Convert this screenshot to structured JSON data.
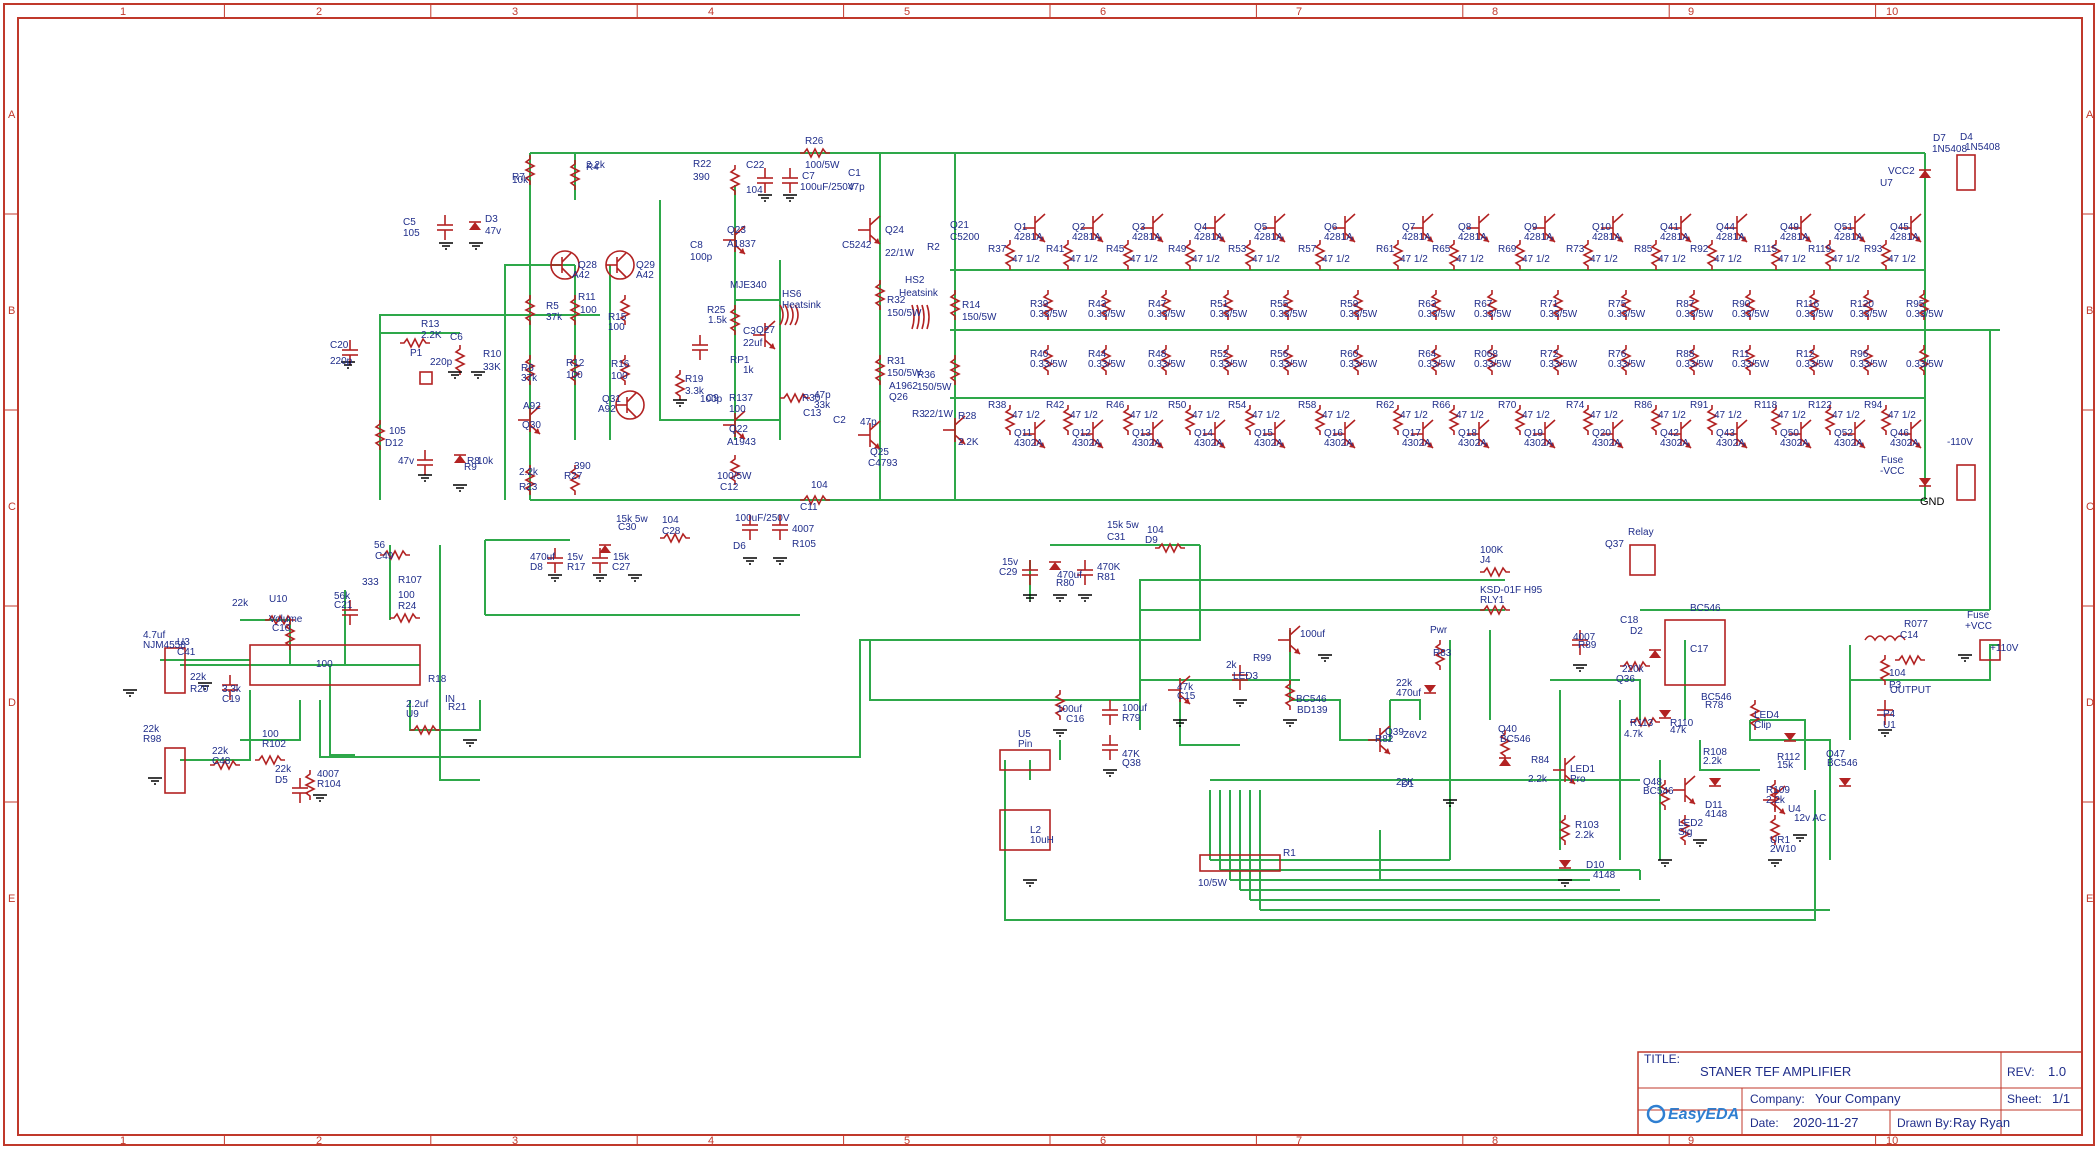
{
  "title_block": {
    "title_label": "TITLE:",
    "title": "STANER TEF AMPLIFIER",
    "rev_label": "REV:",
    "rev": "1.0",
    "company_label": "Company:",
    "company": "Your Company",
    "sheet_label": "Sheet:",
    "sheet": "1/1",
    "date_label": "Date:",
    "date": "2020-11-27",
    "drawn_label": "Drawn By:",
    "drawn_by": "Ray Ryan",
    "brand": "EasyEDA"
  },
  "grid": {
    "columns": [
      "1",
      "2",
      "3",
      "4",
      "5",
      "6",
      "7",
      "8",
      "9",
      "10"
    ],
    "rows": [
      "A",
      "B",
      "C",
      "D",
      "E"
    ]
  },
  "output_stage": {
    "upper_transistors": [
      "Q1",
      "Q2",
      "Q3",
      "Q4",
      "Q5",
      "Q6",
      "Q7",
      "Q8",
      "Q9",
      "Q10",
      "Q41",
      "Q44",
      "Q49",
      "Q51",
      "Q45"
    ],
    "upper_type": "4281A",
    "upper_resistors": [
      "R37",
      "R41",
      "R45",
      "R49",
      "R53",
      "R57",
      "R61",
      "R65",
      "R69",
      "R73",
      "R85",
      "R92",
      "R115",
      "R119",
      "R93"
    ],
    "lower_transistors": [
      "Q11",
      "Q12",
      "Q13",
      "Q14",
      "Q15",
      "Q16",
      "Q17",
      "Q18",
      "Q19",
      "Q20",
      "Q42",
      "Q43",
      "Q50",
      "Q52",
      "Q46"
    ],
    "lower_type": "4302A",
    "lower_resistors": [
      "R38",
      "R42",
      "R46",
      "R50",
      "R54",
      "R58",
      "R62",
      "R66",
      "R70",
      "R74",
      "R86",
      "R91",
      "R118",
      "R122",
      "R94"
    ],
    "base_value": "47 1/2",
    "emitter_upper": [
      "R39",
      "R43",
      "R47",
      "R51",
      "R55",
      "R59",
      "R63",
      "R67",
      "R71",
      "R75",
      "R87",
      "R90",
      "R116",
      "R120",
      "R95"
    ],
    "emitter_lower": [
      "R40",
      "R44",
      "R48",
      "R52",
      "R56",
      "R60",
      "R64",
      "R068",
      "R72",
      "R76",
      "R88",
      "R11",
      "R12",
      "R96"
    ],
    "emitter_value": "0.33/5W"
  },
  "labels": [
    {
      "t": "R26"
    },
    {
      "t": "100/5W"
    },
    {
      "t": "R22"
    },
    {
      "t": "390"
    },
    {
      "t": "C22"
    },
    {
      "t": "104"
    },
    {
      "t": "C7"
    },
    {
      "t": "100uF/250V"
    },
    {
      "t": "C1"
    },
    {
      "t": "47p"
    },
    {
      "t": "Q24"
    },
    {
      "t": "C5242"
    },
    {
      "t": "Q21"
    },
    {
      "t": "C5200"
    },
    {
      "t": "R2"
    },
    {
      "t": "22/1W"
    },
    {
      "t": "R7"
    },
    {
      "t": "10k"
    },
    {
      "t": "R4"
    },
    {
      "t": "2.2k"
    },
    {
      "t": "C5"
    },
    {
      "t": "105"
    },
    {
      "t": "D3"
    },
    {
      "t": "47v"
    },
    {
      "t": "Q28"
    },
    {
      "t": "A42"
    },
    {
      "t": "Q29"
    },
    {
      "t": "A42"
    },
    {
      "t": "R11"
    },
    {
      "t": "100"
    },
    {
      "t": "R15"
    },
    {
      "t": "100"
    },
    {
      "t": "Q23"
    },
    {
      "t": "A1837"
    },
    {
      "t": "C8"
    },
    {
      "t": "100p"
    },
    {
      "t": "R5"
    },
    {
      "t": "37k"
    },
    {
      "t": "MJE340"
    },
    {
      "t": "HS6"
    },
    {
      "t": "Heatsink"
    },
    {
      "t": "HS2"
    },
    {
      "t": "Heatsink"
    },
    {
      "t": "R32"
    },
    {
      "t": "150/5W"
    },
    {
      "t": "R14"
    },
    {
      "t": "150/5W"
    },
    {
      "t": "R13"
    },
    {
      "t": "2.2K"
    },
    {
      "t": "C6"
    },
    {
      "t": "220p"
    },
    {
      "t": "R10"
    },
    {
      "t": "33K"
    },
    {
      "t": "C20"
    },
    {
      "t": "220p"
    },
    {
      "t": "P1"
    },
    {
      "t": "R25"
    },
    {
      "t": "1.5k"
    },
    {
      "t": "C3"
    },
    {
      "t": "22uf"
    },
    {
      "t": "RP1"
    },
    {
      "t": "1k"
    },
    {
      "t": "Q27"
    },
    {
      "t": "R6"
    },
    {
      "t": "37k"
    },
    {
      "t": "R12"
    },
    {
      "t": "100"
    },
    {
      "t": "R16"
    },
    {
      "t": "100"
    },
    {
      "t": "R19"
    },
    {
      "t": "3.3k"
    },
    {
      "t": "Q31"
    },
    {
      "t": "A92"
    },
    {
      "t": "A92"
    },
    {
      "t": "Q30"
    },
    {
      "t": "R30"
    },
    {
      "t": "C13"
    },
    {
      "t": "47p"
    },
    {
      "t": "33k"
    },
    {
      "t": "C9"
    },
    {
      "t": "100p"
    },
    {
      "t": "R137"
    },
    {
      "t": "100"
    },
    {
      "t": "R31"
    },
    {
      "t": "150/5W"
    },
    {
      "t": "R36"
    },
    {
      "t": "150/5W"
    },
    {
      "t": "R3"
    },
    {
      "t": "22/1W"
    },
    {
      "t": "A1962"
    },
    {
      "t": "Q26"
    },
    {
      "t": "C2"
    },
    {
      "t": "47p"
    },
    {
      "t": "Q25"
    },
    {
      "t": "C4793"
    },
    {
      "t": "Q22"
    },
    {
      "t": "A1943"
    },
    {
      "t": "R28"
    },
    {
      "t": "2.2K"
    },
    {
      "t": "105"
    },
    {
      "t": "D12"
    },
    {
      "t": "47v"
    },
    {
      "t": "R8"
    },
    {
      "t": "10k"
    },
    {
      "t": "R9"
    },
    {
      "t": "2.2k"
    },
    {
      "t": "R23"
    },
    {
      "t": "390"
    },
    {
      "t": "R27"
    },
    {
      "t": "100/5W"
    },
    {
      "t": "C12"
    },
    {
      "t": "104"
    },
    {
      "t": "C11"
    },
    {
      "t": "100uF/250V"
    },
    {
      "t": "D6"
    },
    {
      "t": "4007"
    },
    {
      "t": "R105"
    },
    {
      "t": "15k 5w"
    },
    {
      "t": "C30"
    },
    {
      "t": "104"
    },
    {
      "t": "C28"
    },
    {
      "t": "470uf"
    },
    {
      "t": "D8"
    },
    {
      "t": "15v"
    },
    {
      "t": "R17"
    },
    {
      "t": "15k"
    },
    {
      "t": "C27"
    },
    {
      "t": "56"
    },
    {
      "t": "C49"
    },
    {
      "t": "333"
    },
    {
      "t": "R107"
    },
    {
      "t": "56k"
    },
    {
      "t": "C21"
    },
    {
      "t": "100"
    },
    {
      "t": "R24"
    },
    {
      "t": "22k"
    },
    {
      "t": "U10"
    },
    {
      "t": "Volume"
    },
    {
      "t": "C10"
    },
    {
      "t": "4.7uf"
    },
    {
      "t": "NJM4558"
    },
    {
      "t": "U3"
    },
    {
      "t": "C41"
    },
    {
      "t": "100"
    },
    {
      "t": "R18"
    },
    {
      "t": "22k"
    },
    {
      "t": "R20"
    },
    {
      "t": "3.3k"
    },
    {
      "t": "C19"
    },
    {
      "t": "2.2uf"
    },
    {
      "t": "U9"
    },
    {
      "t": "IN"
    },
    {
      "t": "R21"
    },
    {
      "t": "22k"
    },
    {
      "t": "R98"
    },
    {
      "t": "22k"
    },
    {
      "t": "C48"
    },
    {
      "t": "100"
    },
    {
      "t": "R102"
    },
    {
      "t": "22k"
    },
    {
      "t": "D5"
    },
    {
      "t": "4007"
    },
    {
      "t": "R104"
    },
    {
      "t": "15k 5w"
    },
    {
      "t": "C31"
    },
    {
      "t": "104"
    },
    {
      "t": "D9"
    },
    {
      "t": "15v"
    },
    {
      "t": "C29"
    },
    {
      "t": "470uf"
    },
    {
      "t": "R80"
    },
    {
      "t": "470K"
    },
    {
      "t": "R81"
    },
    {
      "t": "100K"
    },
    {
      "t": "J4"
    },
    {
      "t": "KSD-01F H95"
    },
    {
      "t": "RLY1"
    },
    {
      "t": "Relay"
    },
    {
      "t": "Q37"
    },
    {
      "t": "BC546"
    },
    {
      "t": "C17"
    },
    {
      "t": "100uf"
    },
    {
      "t": "R99"
    },
    {
      "t": "2k"
    },
    {
      "t": "LED3"
    },
    {
      "t": "Pwr"
    },
    {
      "t": "R83"
    },
    {
      "t": "22k"
    },
    {
      "t": "470uf"
    },
    {
      "t": "C18"
    },
    {
      "t": "D2"
    },
    {
      "t": "4007"
    },
    {
      "t": "R89"
    },
    {
      "t": "220k"
    },
    {
      "t": "Q36"
    },
    {
      "t": "BC546"
    },
    {
      "t": "R78"
    },
    {
      "t": "47k"
    },
    {
      "t": "C15"
    },
    {
      "t": "100uf"
    },
    {
      "t": "C16"
    },
    {
      "t": "100uf"
    },
    {
      "t": "R79"
    },
    {
      "t": "47K"
    },
    {
      "t": "Q38"
    },
    {
      "t": "BC546"
    },
    {
      "t": "BD139"
    },
    {
      "t": "Q39"
    },
    {
      "t": "R82"
    },
    {
      "t": "22K"
    },
    {
      "t": "Z6V2"
    },
    {
      "t": "D1"
    },
    {
      "t": "Q40"
    },
    {
      "t": "BC546"
    },
    {
      "t": "R84"
    },
    {
      "t": "2.2k"
    },
    {
      "t": "LED1"
    },
    {
      "t": "Pro"
    },
    {
      "t": "R103"
    },
    {
      "t": "2.2k"
    },
    {
      "t": "D10"
    },
    {
      "t": "4148"
    },
    {
      "t": "R113"
    },
    {
      "t": "4.7k"
    },
    {
      "t": "R110"
    },
    {
      "t": "47k"
    },
    {
      "t": "LED4"
    },
    {
      "t": "Clip"
    },
    {
      "t": "Q48"
    },
    {
      "t": "BC546"
    },
    {
      "t": "R108"
    },
    {
      "t": "2.2k"
    },
    {
      "t": "D11"
    },
    {
      "t": "4148"
    },
    {
      "t": "LED2"
    },
    {
      "t": "Sig"
    },
    {
      "t": "R112"
    },
    {
      "t": "15k"
    },
    {
      "t": "Q47"
    },
    {
      "t": "BC546"
    },
    {
      "t": "R109"
    },
    {
      "t": "2.2k"
    },
    {
      "t": "U4"
    },
    {
      "t": "12v AC"
    },
    {
      "t": "UR1"
    },
    {
      "t": "2W10"
    },
    {
      "t": "U5"
    },
    {
      "t": "Pin"
    },
    {
      "t": "L2"
    },
    {
      "t": "10uH"
    },
    {
      "t": "R1"
    },
    {
      "t": "10/5W"
    },
    {
      "t": "R077"
    },
    {
      "t": "C14"
    },
    {
      "t": "104"
    },
    {
      "t": "P3"
    },
    {
      "t": "OUTPUT"
    },
    {
      "t": "P4"
    },
    {
      "t": "U1"
    },
    {
      "t": "Fuse"
    },
    {
      "t": "+VCC"
    },
    {
      "t": "+110V"
    },
    {
      "t": "D7"
    },
    {
      "t": "1N5408"
    },
    {
      "t": "D4"
    },
    {
      "t": "1N5408"
    },
    {
      "t": "VCC2"
    },
    {
      "t": "U7"
    },
    {
      "t": "Fuse"
    },
    {
      "t": "-VCC"
    },
    {
      "t": "-110V"
    },
    {
      "t": "GND"
    }
  ]
}
